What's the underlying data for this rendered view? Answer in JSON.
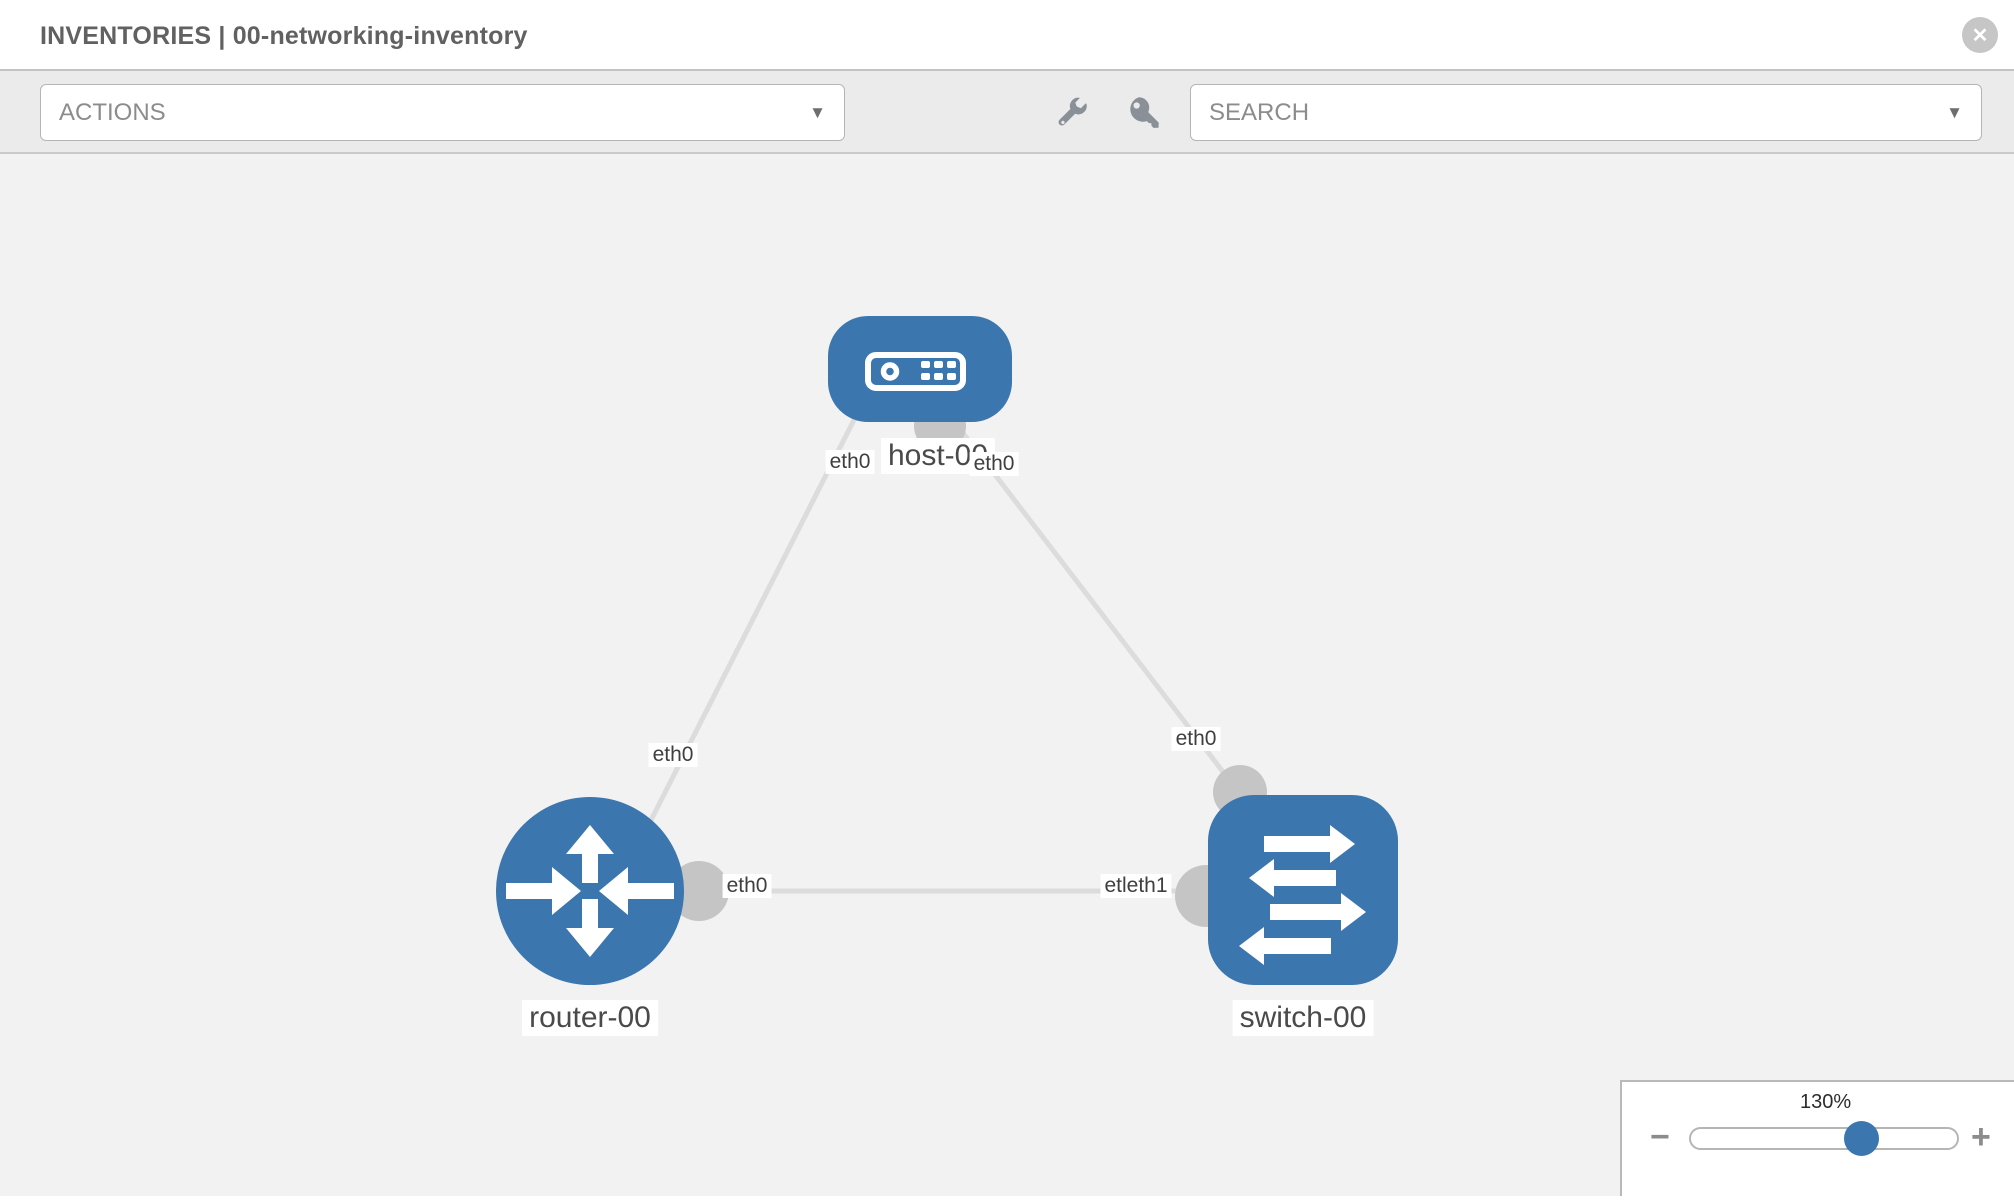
{
  "header": {
    "title": "INVENTORIES | 00-networking-inventory"
  },
  "toolbar": {
    "actions_label": "ACTIONS",
    "search_placeholder": "SEARCH"
  },
  "icons": {
    "close": "✕",
    "caret_down": "▼",
    "minus": "−",
    "plus": "+",
    "wrench": "wrench-icon",
    "key": "key-icon"
  },
  "colors": {
    "node_blue": "#3b76af",
    "port_gray": "#c5c5c5",
    "link_gray": "#dcdcdc",
    "toolbar_gray": "#ebebeb",
    "canvas_gray": "#f2f2f2"
  },
  "topology": {
    "nodes": [
      {
        "label": "host-00",
        "type": "host"
      },
      {
        "label": "router-00",
        "type": "router"
      },
      {
        "label": "switch-00",
        "type": "switch"
      }
    ],
    "links": [
      {
        "from": "host-00",
        "to": "router-00"
      },
      {
        "from": "host-00",
        "to": "switch-00"
      },
      {
        "from": "router-00",
        "to": "switch-00"
      }
    ],
    "interfaces": [
      {
        "text": "eth0"
      },
      {
        "text": "eth0"
      },
      {
        "text": "eth0"
      },
      {
        "text": "eth0"
      },
      {
        "text": "eth0"
      },
      {
        "text": "etleth1"
      }
    ]
  },
  "zoom_control": {
    "level": "130%"
  }
}
